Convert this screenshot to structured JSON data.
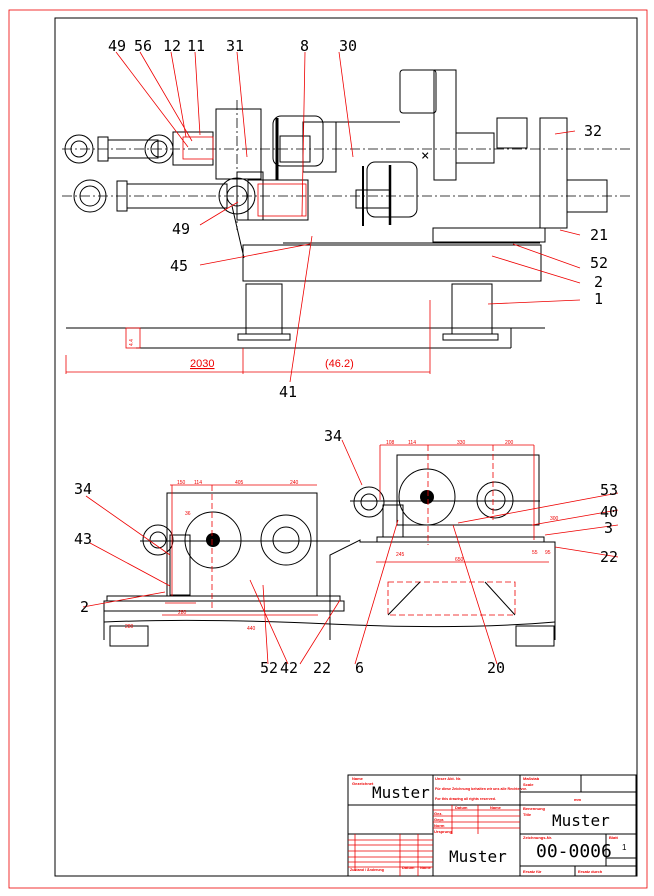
{
  "top_view": {
    "balloons": {
      "b49a": "49",
      "b56": "56",
      "b12": "12",
      "b11": "11",
      "b31": "31",
      "b8": "8",
      "b30": "30",
      "b32": "32",
      "b21": "21",
      "b52": "52",
      "b2": "2",
      "b1": "1",
      "b49b": "49",
      "b45": "45",
      "b41": "41"
    },
    "dims": {
      "d2030": "2030",
      "d462": "(46.2)",
      "d44": "4.4"
    }
  },
  "front_view": {
    "balloons": {
      "b34a": "34",
      "b34b": "34",
      "b43": "43",
      "b2": "2",
      "b53": "53",
      "b40": "40",
      "b3": "3",
      "b22a": "22",
      "b52": "52",
      "b42": "42",
      "b22b": "22",
      "b6": "6",
      "b20": "20"
    },
    "dims": {
      "l150": "150",
      "l114": "114",
      "l405": "405",
      "l240": "240",
      "l36": "36",
      "l280a": "280",
      "l440": "440",
      "l280b": "280",
      "r108": "108",
      "r114": "114",
      "r330": "330",
      "r200": "200",
      "r245": "245",
      "r650": "650",
      "r300": "300",
      "r55": "55",
      "r95": "95"
    }
  },
  "title_block": {
    "name_label": "Name",
    "owner_label": "Gezeichnet",
    "owner_value": "Muster",
    "copyright_1": "Unser Akt. Nr.",
    "copyright_2": "Für diese Zeichnung behalten wir uns alle Rechte vor.",
    "copyright_3": "For this drawing all rights reserved.",
    "scale_label": "Maßstab",
    "scale_sub": "Scale",
    "unit": "mm",
    "date_label": "Datum",
    "name_col": "Name",
    "rows": [
      "Gez.",
      "Gepr.",
      "Norm",
      "Ursprung"
    ],
    "title_label": "Benennung",
    "title_sub": "Title",
    "title_value": "Muster",
    "center_value": "Muster",
    "drawing_no_label": "Zeichnungs-Nr.",
    "drawing_no": "00-0006",
    "sheet_label": "Blatt",
    "sheet": "1",
    "replaces": "Ersatz für",
    "replaced_by": "Ersatz durch",
    "revision_label": "Zustand / Änderung",
    "revision_date": "Datum",
    "revision_name": "Name"
  }
}
